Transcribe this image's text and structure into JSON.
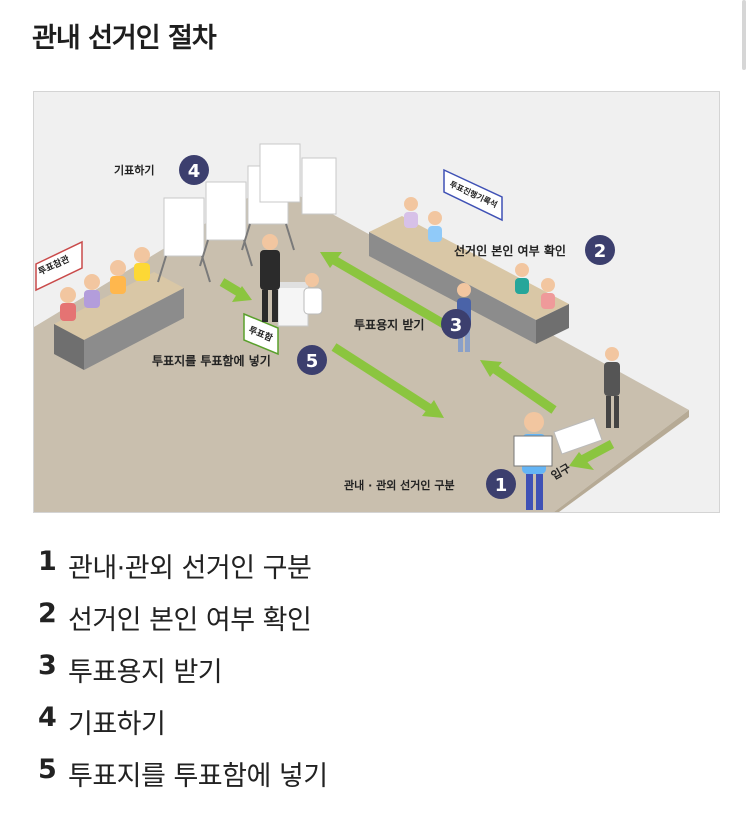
{
  "page": {
    "title": "관내 선거인 절차"
  },
  "illustration": {
    "signs": {
      "check_table": "투표참관",
      "progress": "투표진행기록석",
      "ballot_box": "투표함",
      "entrance": "입구"
    },
    "callouts": [
      {
        "num": "1",
        "label": "관내 · 관외 선거인 구분"
      },
      {
        "num": "2",
        "label": "선거인 본인 여부 확인"
      },
      {
        "num": "3",
        "label": "투표용지 받기"
      },
      {
        "num": "4",
        "label": "기표하기"
      },
      {
        "num": "5",
        "label": "투표지를 투표함에 넣기"
      }
    ],
    "colors": {
      "floor": "#c9bfae",
      "floor_edge": "#b6aa95",
      "arrow": "#8bc53f",
      "badge": "#3c3f6e",
      "table_top": "#d9c7a6",
      "table_side": "#8c8c8c"
    }
  },
  "steps": [
    {
      "num": "1",
      "text": "관내·관외 선거인 구분"
    },
    {
      "num": "2",
      "text": "선거인 본인 여부 확인"
    },
    {
      "num": "3",
      "text": "투표용지 받기"
    },
    {
      "num": "4",
      "text": "기표하기"
    },
    {
      "num": "5",
      "text": "투표지를 투표함에 넣기"
    }
  ]
}
